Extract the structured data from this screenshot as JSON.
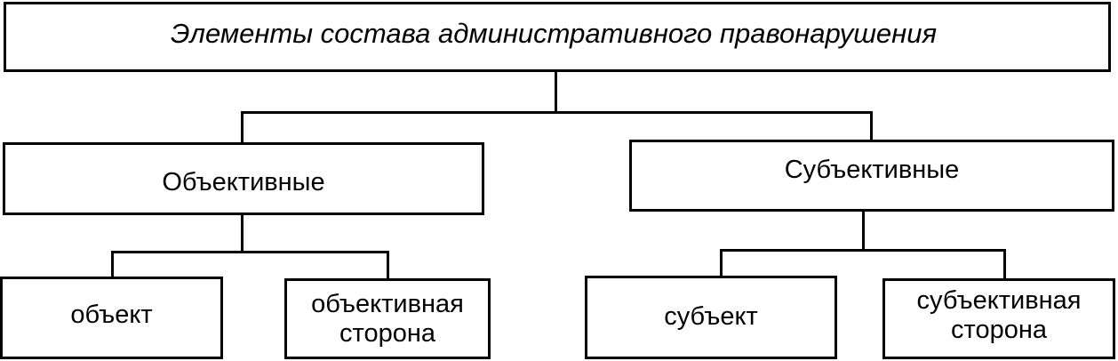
{
  "diagram": {
    "root": {
      "label": "Элементы состава административного правонарушения"
    },
    "left": {
      "label": "Объективные",
      "children": [
        {
          "label": "объект"
        },
        {
          "label": "объективная\nсторона"
        }
      ]
    },
    "right": {
      "label": "Субъективные",
      "children": [
        {
          "label": "субъект"
        },
        {
          "label": "субъективная\nсторона"
        }
      ]
    }
  },
  "colors": {
    "line": "#000000",
    "background": "#ffffff"
  }
}
